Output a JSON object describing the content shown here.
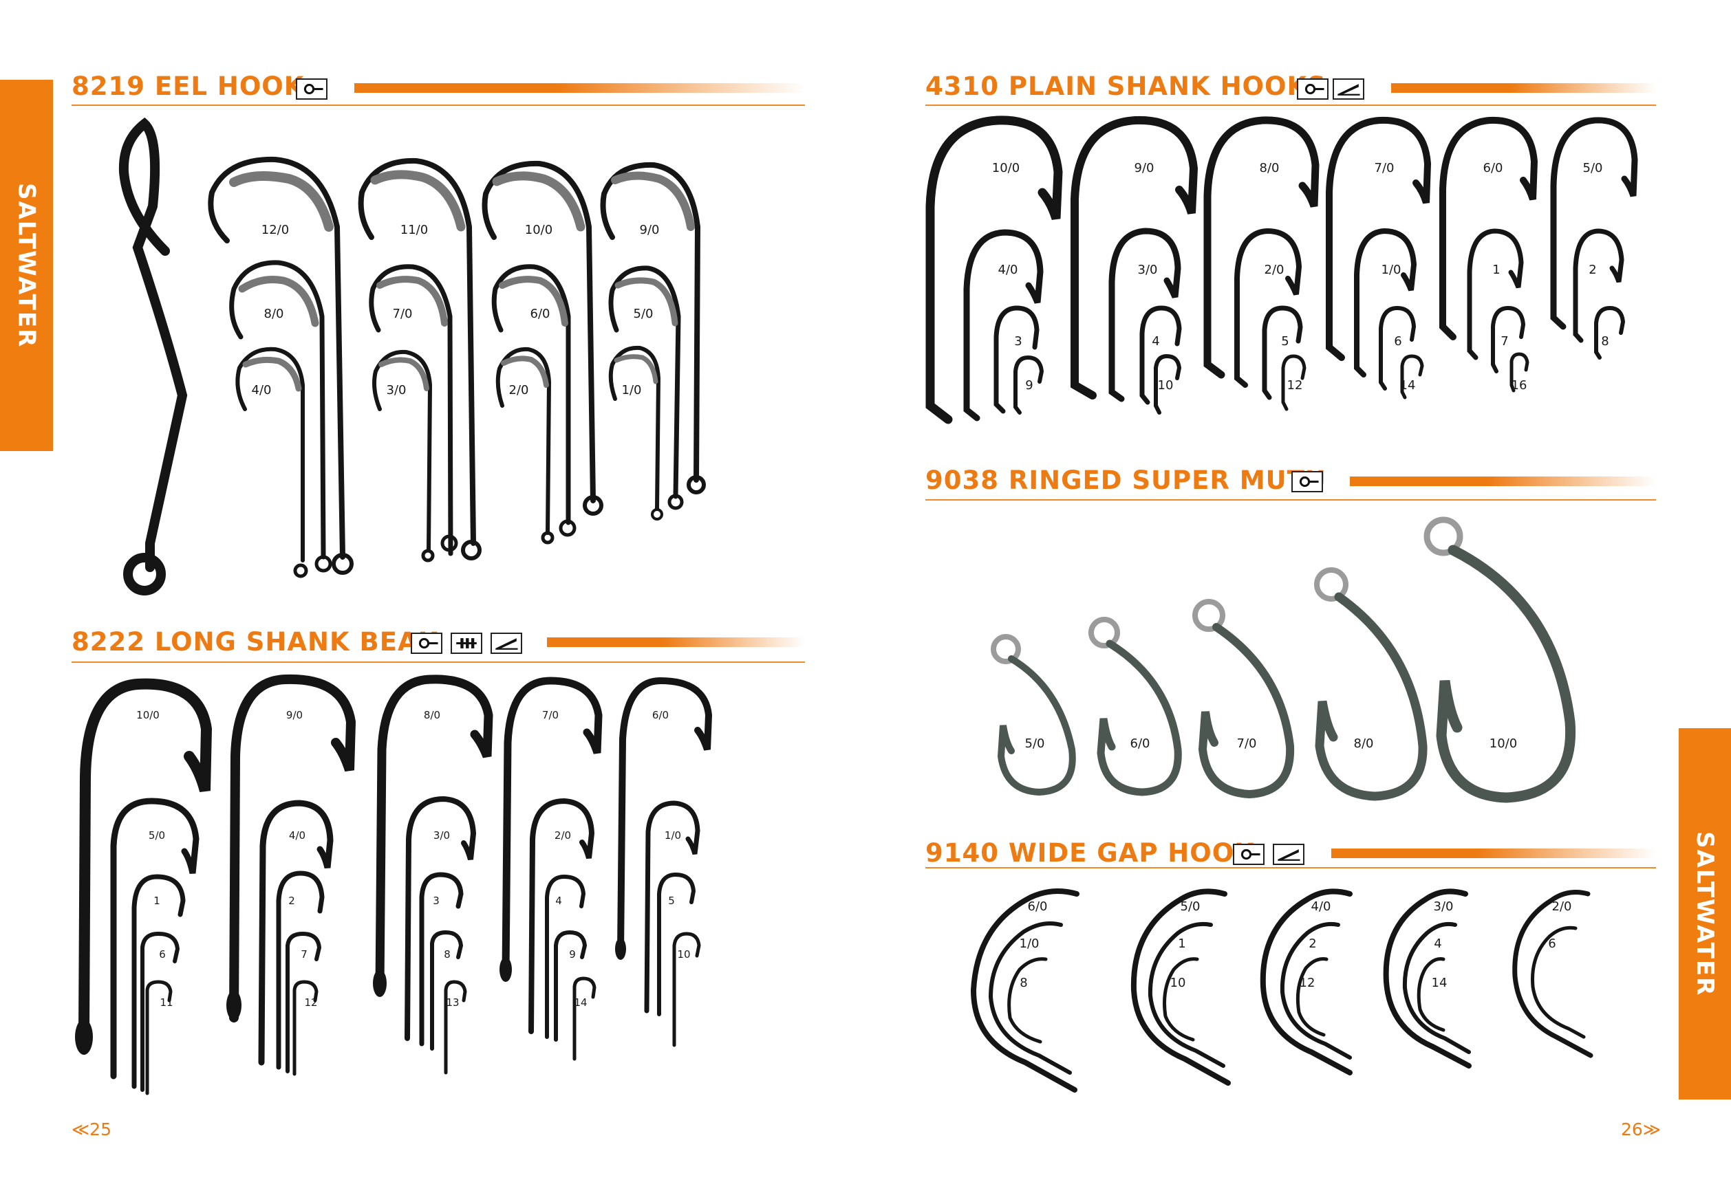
{
  "side_tab_left": "SALTWATER",
  "side_tab_right": "SALTWATER",
  "sections": {
    "eel": {
      "title": "8219  EEL HOOK",
      "labels": [
        "12/0",
        "11/0",
        "10/0",
        "9/0",
        "8/0",
        "7/0",
        "6/0",
        "5/0",
        "4/0",
        "3/0",
        "2/0",
        "1/0"
      ]
    },
    "beak": {
      "title": "8222  LONG SHANK BEAK",
      "labels": [
        "10/0",
        "9/0",
        "8/0",
        "7/0",
        "6/0",
        "5/0",
        "4/0",
        "3/0",
        "2/0",
        "1/0",
        "1",
        "2",
        "3",
        "4",
        "5",
        "6",
        "7",
        "8",
        "9",
        "10",
        "11",
        "12",
        "13",
        "14"
      ]
    },
    "plain": {
      "title": "4310  PLAIN SHANK HOOKS",
      "labels": [
        "10/0",
        "9/0",
        "8/0",
        "7/0",
        "6/0",
        "5/0",
        "4/0",
        "3/0",
        "2/0",
        "1/0",
        "1",
        "2",
        "3",
        "4",
        "5",
        "6",
        "7",
        "8",
        "9",
        "10",
        "12",
        "14",
        "16"
      ]
    },
    "mutu": {
      "title": "9038  RINGED SUPER MUTU",
      "labels": [
        "5/0",
        "6/0",
        "7/0",
        "8/0",
        "10/0"
      ]
    },
    "widegap": {
      "title": "9140  WIDE GAP HOOK",
      "labels": [
        "6/0",
        "1/0",
        "8",
        "5/0",
        "1",
        "10",
        "4/0",
        "2",
        "12",
        "3/0",
        "4",
        "14",
        "2/0",
        "6"
      ]
    }
  },
  "icons": {
    "eel": [
      "ring-eye-icon"
    ],
    "beak": [
      "ring-eye-icon",
      "slotted-shank-icon",
      "forged-icon"
    ],
    "plain": [
      "ring-eye-icon",
      "forged-icon"
    ],
    "mutu": [
      "ring-eye-icon"
    ],
    "widegap": [
      "ring-eye-icon",
      "forged-icon"
    ]
  },
  "page_left": "≪25",
  "page_right": "26≫",
  "colors": {
    "accent": "#ee7a12",
    "ink": "#1a1a1a",
    "mutu_steel": "#4d5752",
    "ring": "#9b9b9b"
  }
}
